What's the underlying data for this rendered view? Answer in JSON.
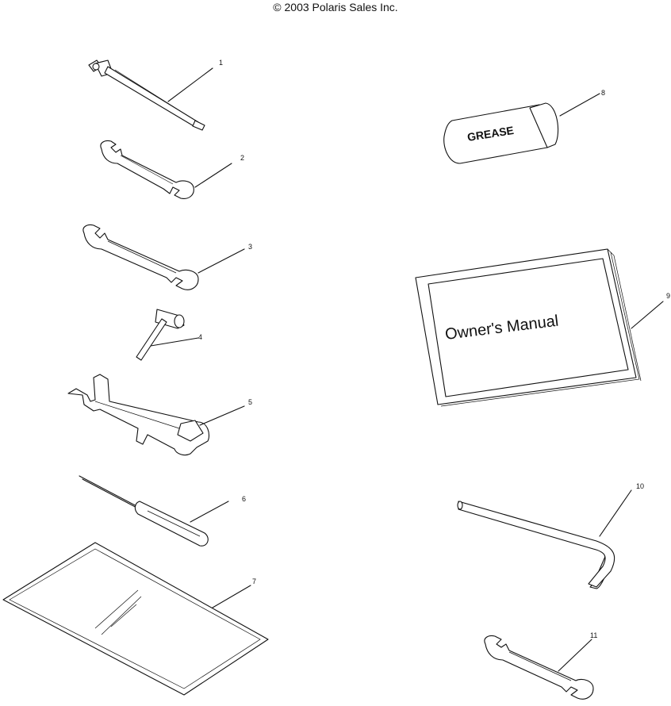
{
  "copyright": "© 2003 Polaris Sales Inc.",
  "callouts": [
    "1",
    "2",
    "3",
    "4",
    "5",
    "6",
    "7",
    "8",
    "9",
    "10",
    "11"
  ],
  "labels": {
    "grease": "GREASE",
    "manual": "Owner's Manual"
  },
  "icons": [
    "socket-wrench-icon",
    "open-end-wrench-icon",
    "open-end-wrench-icon",
    "hex-socket-icon",
    "spark-plug-tool-icon",
    "screwdriver-icon",
    "tool-bag-icon",
    "grease-tube-icon",
    "owners-manual-icon",
    "hex-key-icon",
    "open-end-wrench-icon"
  ]
}
